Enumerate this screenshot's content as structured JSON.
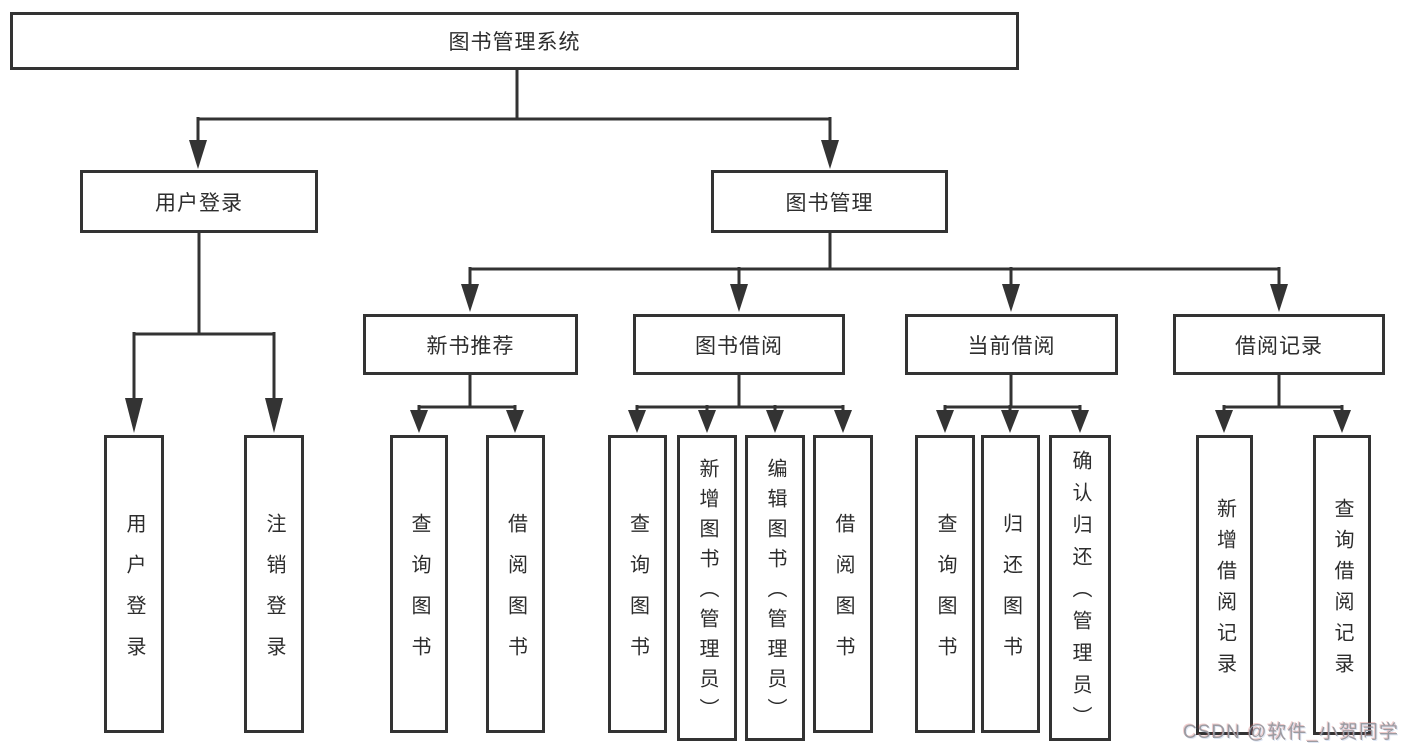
{
  "tree": {
    "root": {
      "label": "图书管理系统"
    },
    "level2": [
      {
        "label": "用户登录"
      },
      {
        "label": "图书管理"
      }
    ],
    "level3": [
      {
        "label": "新书推荐",
        "parent": "图书管理"
      },
      {
        "label": "图书借阅",
        "parent": "图书管理"
      },
      {
        "label": "当前借阅",
        "parent": "图书管理"
      },
      {
        "label": "借阅记录",
        "parent": "图书管理"
      }
    ],
    "leaves": [
      {
        "label": "用户登录",
        "parent": "用户登录"
      },
      {
        "label": "注销登录",
        "parent": "用户登录"
      },
      {
        "label": "查询图书",
        "parent": "新书推荐"
      },
      {
        "label": "借阅图书",
        "parent": "新书推荐"
      },
      {
        "label": "查询图书",
        "parent": "图书借阅"
      },
      {
        "label": "新增图书（管理员）",
        "parent": "图书借阅"
      },
      {
        "label": "编辑图书（管理员）",
        "parent": "图书借阅"
      },
      {
        "label": "借阅图书",
        "parent": "图书借阅"
      },
      {
        "label": "查询图书",
        "parent": "当前借阅"
      },
      {
        "label": "归还图书",
        "parent": "当前借阅"
      },
      {
        "label": "确认归还（管理员）",
        "parent": "当前借阅"
      },
      {
        "label": "新增借阅记录",
        "parent": "借阅记录"
      },
      {
        "label": "查询借阅记录",
        "parent": "借阅记录"
      }
    ]
  },
  "watermark": {
    "text": "CSDN @软件_小贺同学"
  },
  "colors": {
    "line": "#333333",
    "box_border": "#333333",
    "box_fill": "#ffffff",
    "text": "#2d2d2d",
    "watermark": "#9b9ba1",
    "background": "#ffffff"
  }
}
